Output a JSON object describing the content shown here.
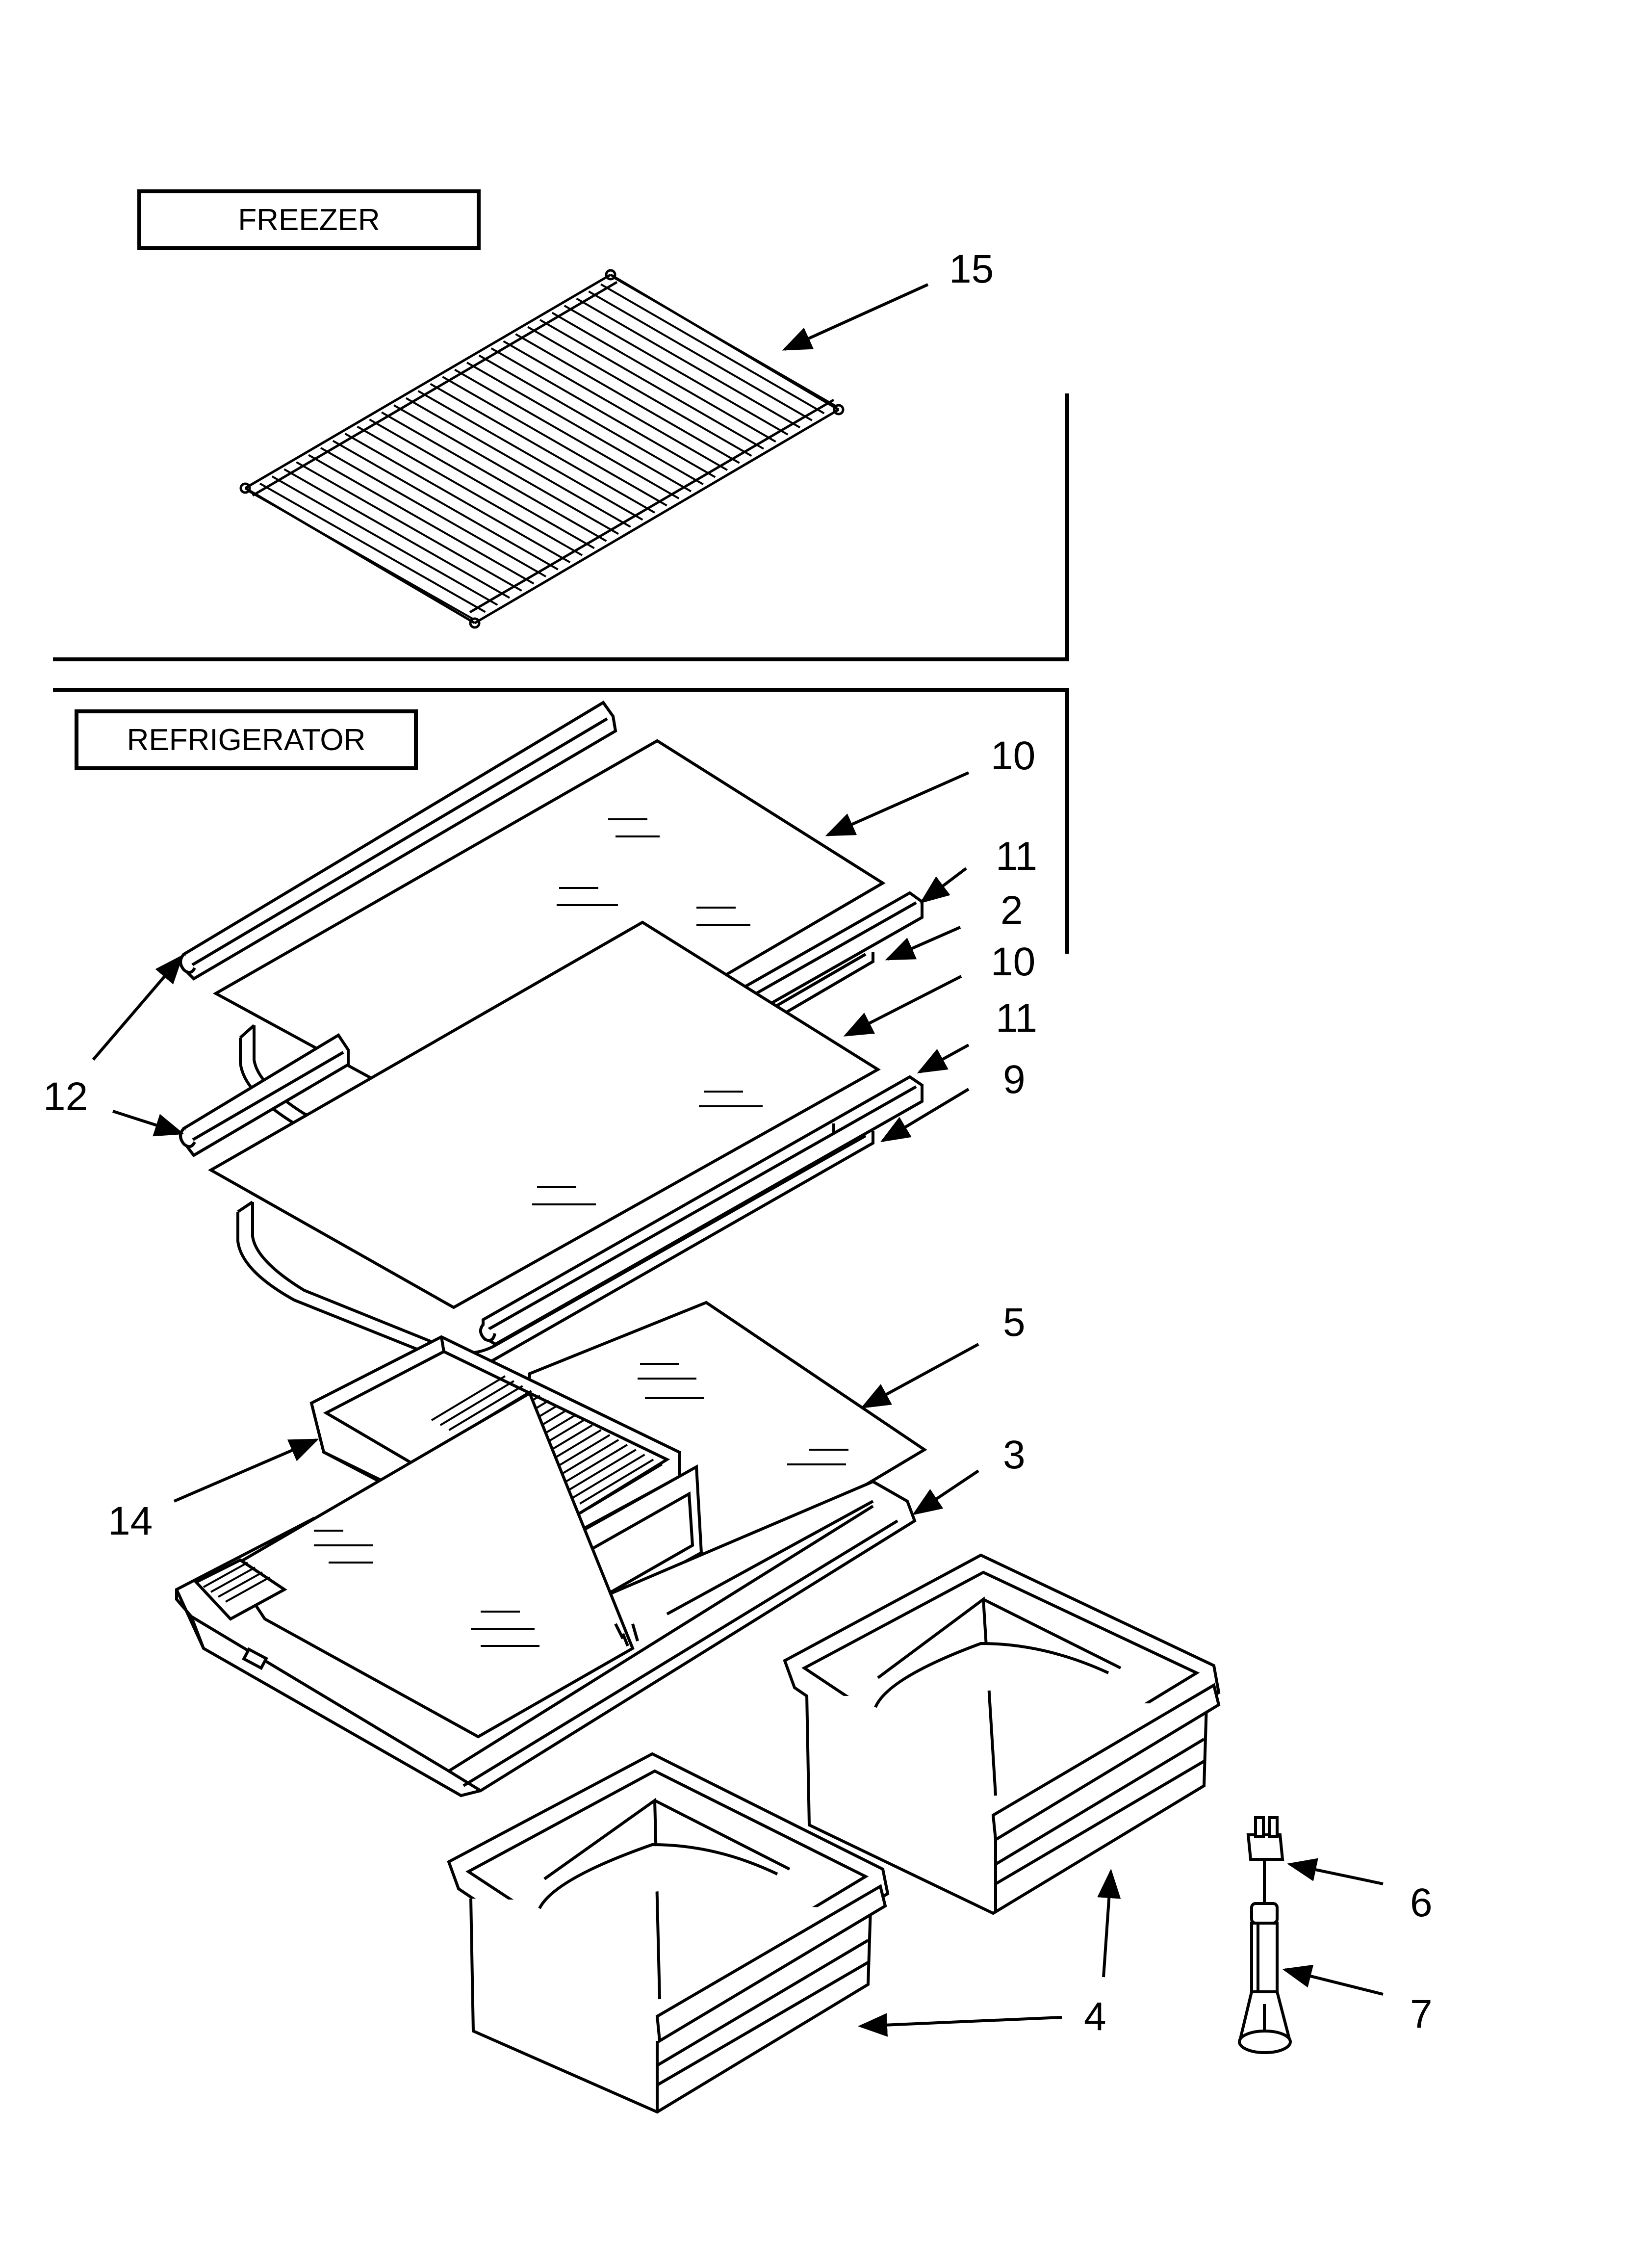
{
  "sections": {
    "freezer": "FREEZER",
    "refrigerator": "REFRIGERATOR"
  },
  "callouts": [
    {
      "id": "c15",
      "label": "15"
    },
    {
      "id": "c10a",
      "label": "10"
    },
    {
      "id": "c11a",
      "label": "11"
    },
    {
      "id": "c2",
      "label": "2"
    },
    {
      "id": "c10b",
      "label": "10"
    },
    {
      "id": "c11b",
      "label": "11"
    },
    {
      "id": "c9",
      "label": "9"
    },
    {
      "id": "c12",
      "label": "12"
    },
    {
      "id": "c5",
      "label": "5"
    },
    {
      "id": "c3",
      "label": "3"
    },
    {
      "id": "c14",
      "label": "14"
    },
    {
      "id": "c6",
      "label": "6"
    },
    {
      "id": "c7",
      "label": "7"
    },
    {
      "id": "c4",
      "label": "4"
    }
  ],
  "colors": {
    "ink": "#000000",
    "paper": "#ffffff"
  }
}
